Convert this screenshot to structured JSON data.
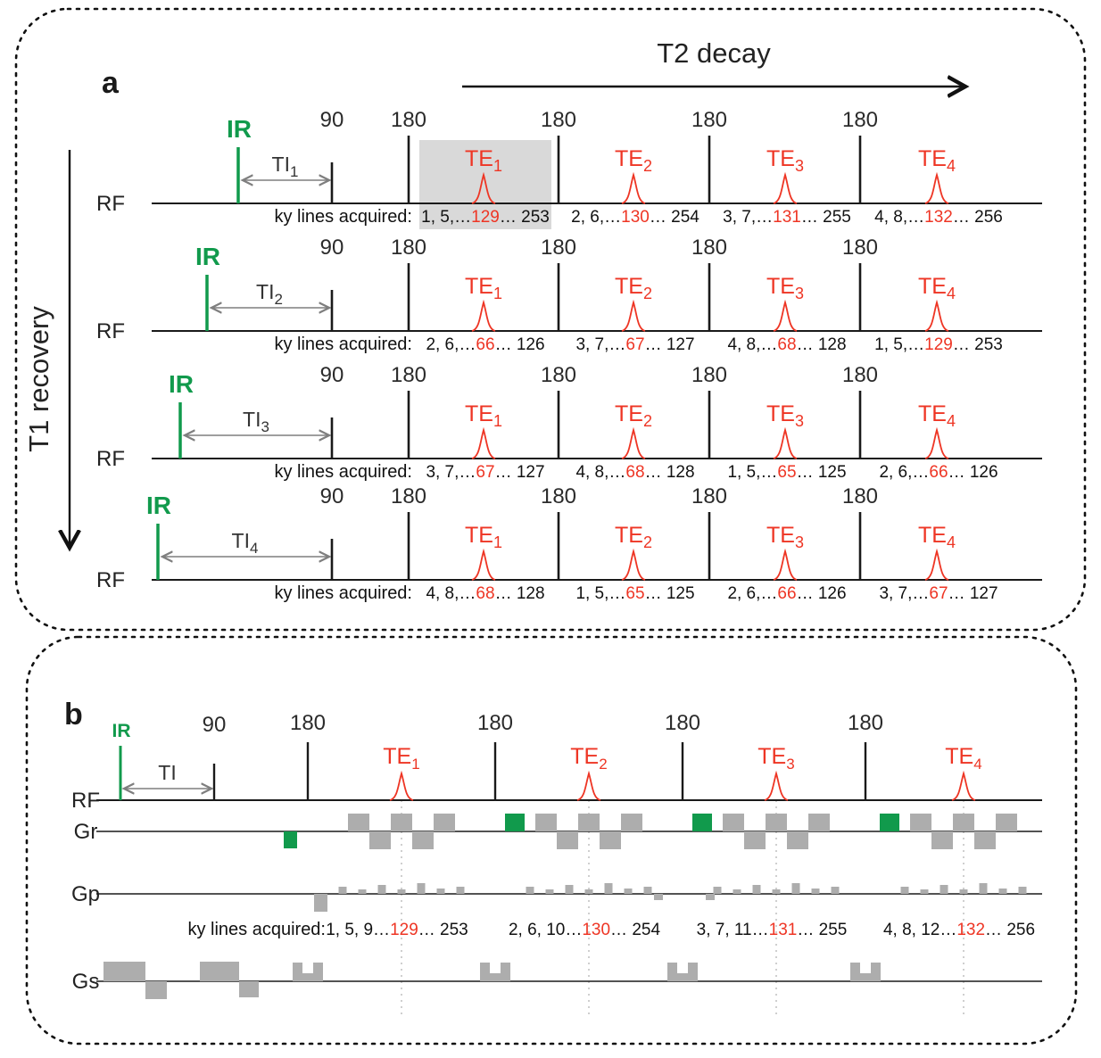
{
  "colors": {
    "line": "#1a1a1a",
    "green": "#119a4c",
    "red": "#ee3524",
    "gray_block": "#adadad",
    "arrow_gray": "#7f7f7f",
    "highlight": "#d9d9d9",
    "guide": "#b5b5b5"
  },
  "panel_a": {
    "panel_label": "a",
    "t2_decay": "T2 decay",
    "t1_recovery": "T1 recovery",
    "rf_label": "RF",
    "ir_label": "IR",
    "ninety": "90",
    "one_eighty": "180",
    "te_base": "TE",
    "te_subs": [
      "1",
      "2",
      "3",
      "4"
    ],
    "ky_label": "ky lines acquired:",
    "rows": [
      {
        "ti_base": "TI",
        "ti_sub": "1",
        "acq": [
          {
            "pre": "1, 5,…",
            "red": "129",
            "post": "… 253"
          },
          {
            "pre": "2, 6,…",
            "red": "130",
            "post": "… 254"
          },
          {
            "pre": "3, 7,…",
            "red": "131",
            "post": "… 255"
          },
          {
            "pre": "4, 8,…",
            "red": "132",
            "post": "… 256"
          }
        ]
      },
      {
        "ti_base": "TI",
        "ti_sub": "2",
        "acq": [
          {
            "pre": "2, 6,…",
            "red": "66",
            "post": "… 126"
          },
          {
            "pre": "3, 7,…",
            "red": "67",
            "post": "… 127"
          },
          {
            "pre": "4, 8,…",
            "red": "68",
            "post": "… 128"
          },
          {
            "pre": "1, 5,…",
            "red": "129",
            "post": "… 253"
          }
        ]
      },
      {
        "ti_base": "TI",
        "ti_sub": "3",
        "acq": [
          {
            "pre": "3, 7,…",
            "red": "67",
            "post": "… 127"
          },
          {
            "pre": "4, 8,…",
            "red": "68",
            "post": "… 128"
          },
          {
            "pre": "1, 5,…",
            "red": "65",
            "post": "… 125"
          },
          {
            "pre": "2, 6,…",
            "red": "66",
            "post": "… 126"
          }
        ]
      },
      {
        "ti_base": "TI",
        "ti_sub": "4",
        "acq": [
          {
            "pre": "4, 8,…",
            "red": "68",
            "post": "… 128"
          },
          {
            "pre": "1, 5,…",
            "red": "65",
            "post": "… 125"
          },
          {
            "pre": "2, 6,…",
            "red": "66",
            "post": "… 126"
          },
          {
            "pre": "3, 7,…",
            "red": "67",
            "post": "… 127"
          }
        ]
      }
    ]
  },
  "panel_b": {
    "panel_label": "b",
    "ir_label": "IR",
    "ti_label": "TI",
    "ninety": "90",
    "one_eighty": "180",
    "te_base": "TE",
    "te_subs": [
      "1",
      "2",
      "3",
      "4"
    ],
    "rf_label": "RF",
    "gr_label": "Gr",
    "gp_label": "Gp",
    "gs_label": "Gs",
    "ky_label": "ky lines acquired:",
    "acq": [
      {
        "pre": "1, 5, 9…",
        "red": "129",
        "post": "… 253"
      },
      {
        "pre": "2, 6, 10…",
        "red": "130",
        "post": "… 254"
      },
      {
        "pre": "3, 7, 11…",
        "red": "131",
        "post": "… 255"
      },
      {
        "pre": "4, 8, 12…",
        "red": "132",
        "post": "… 256"
      }
    ]
  }
}
